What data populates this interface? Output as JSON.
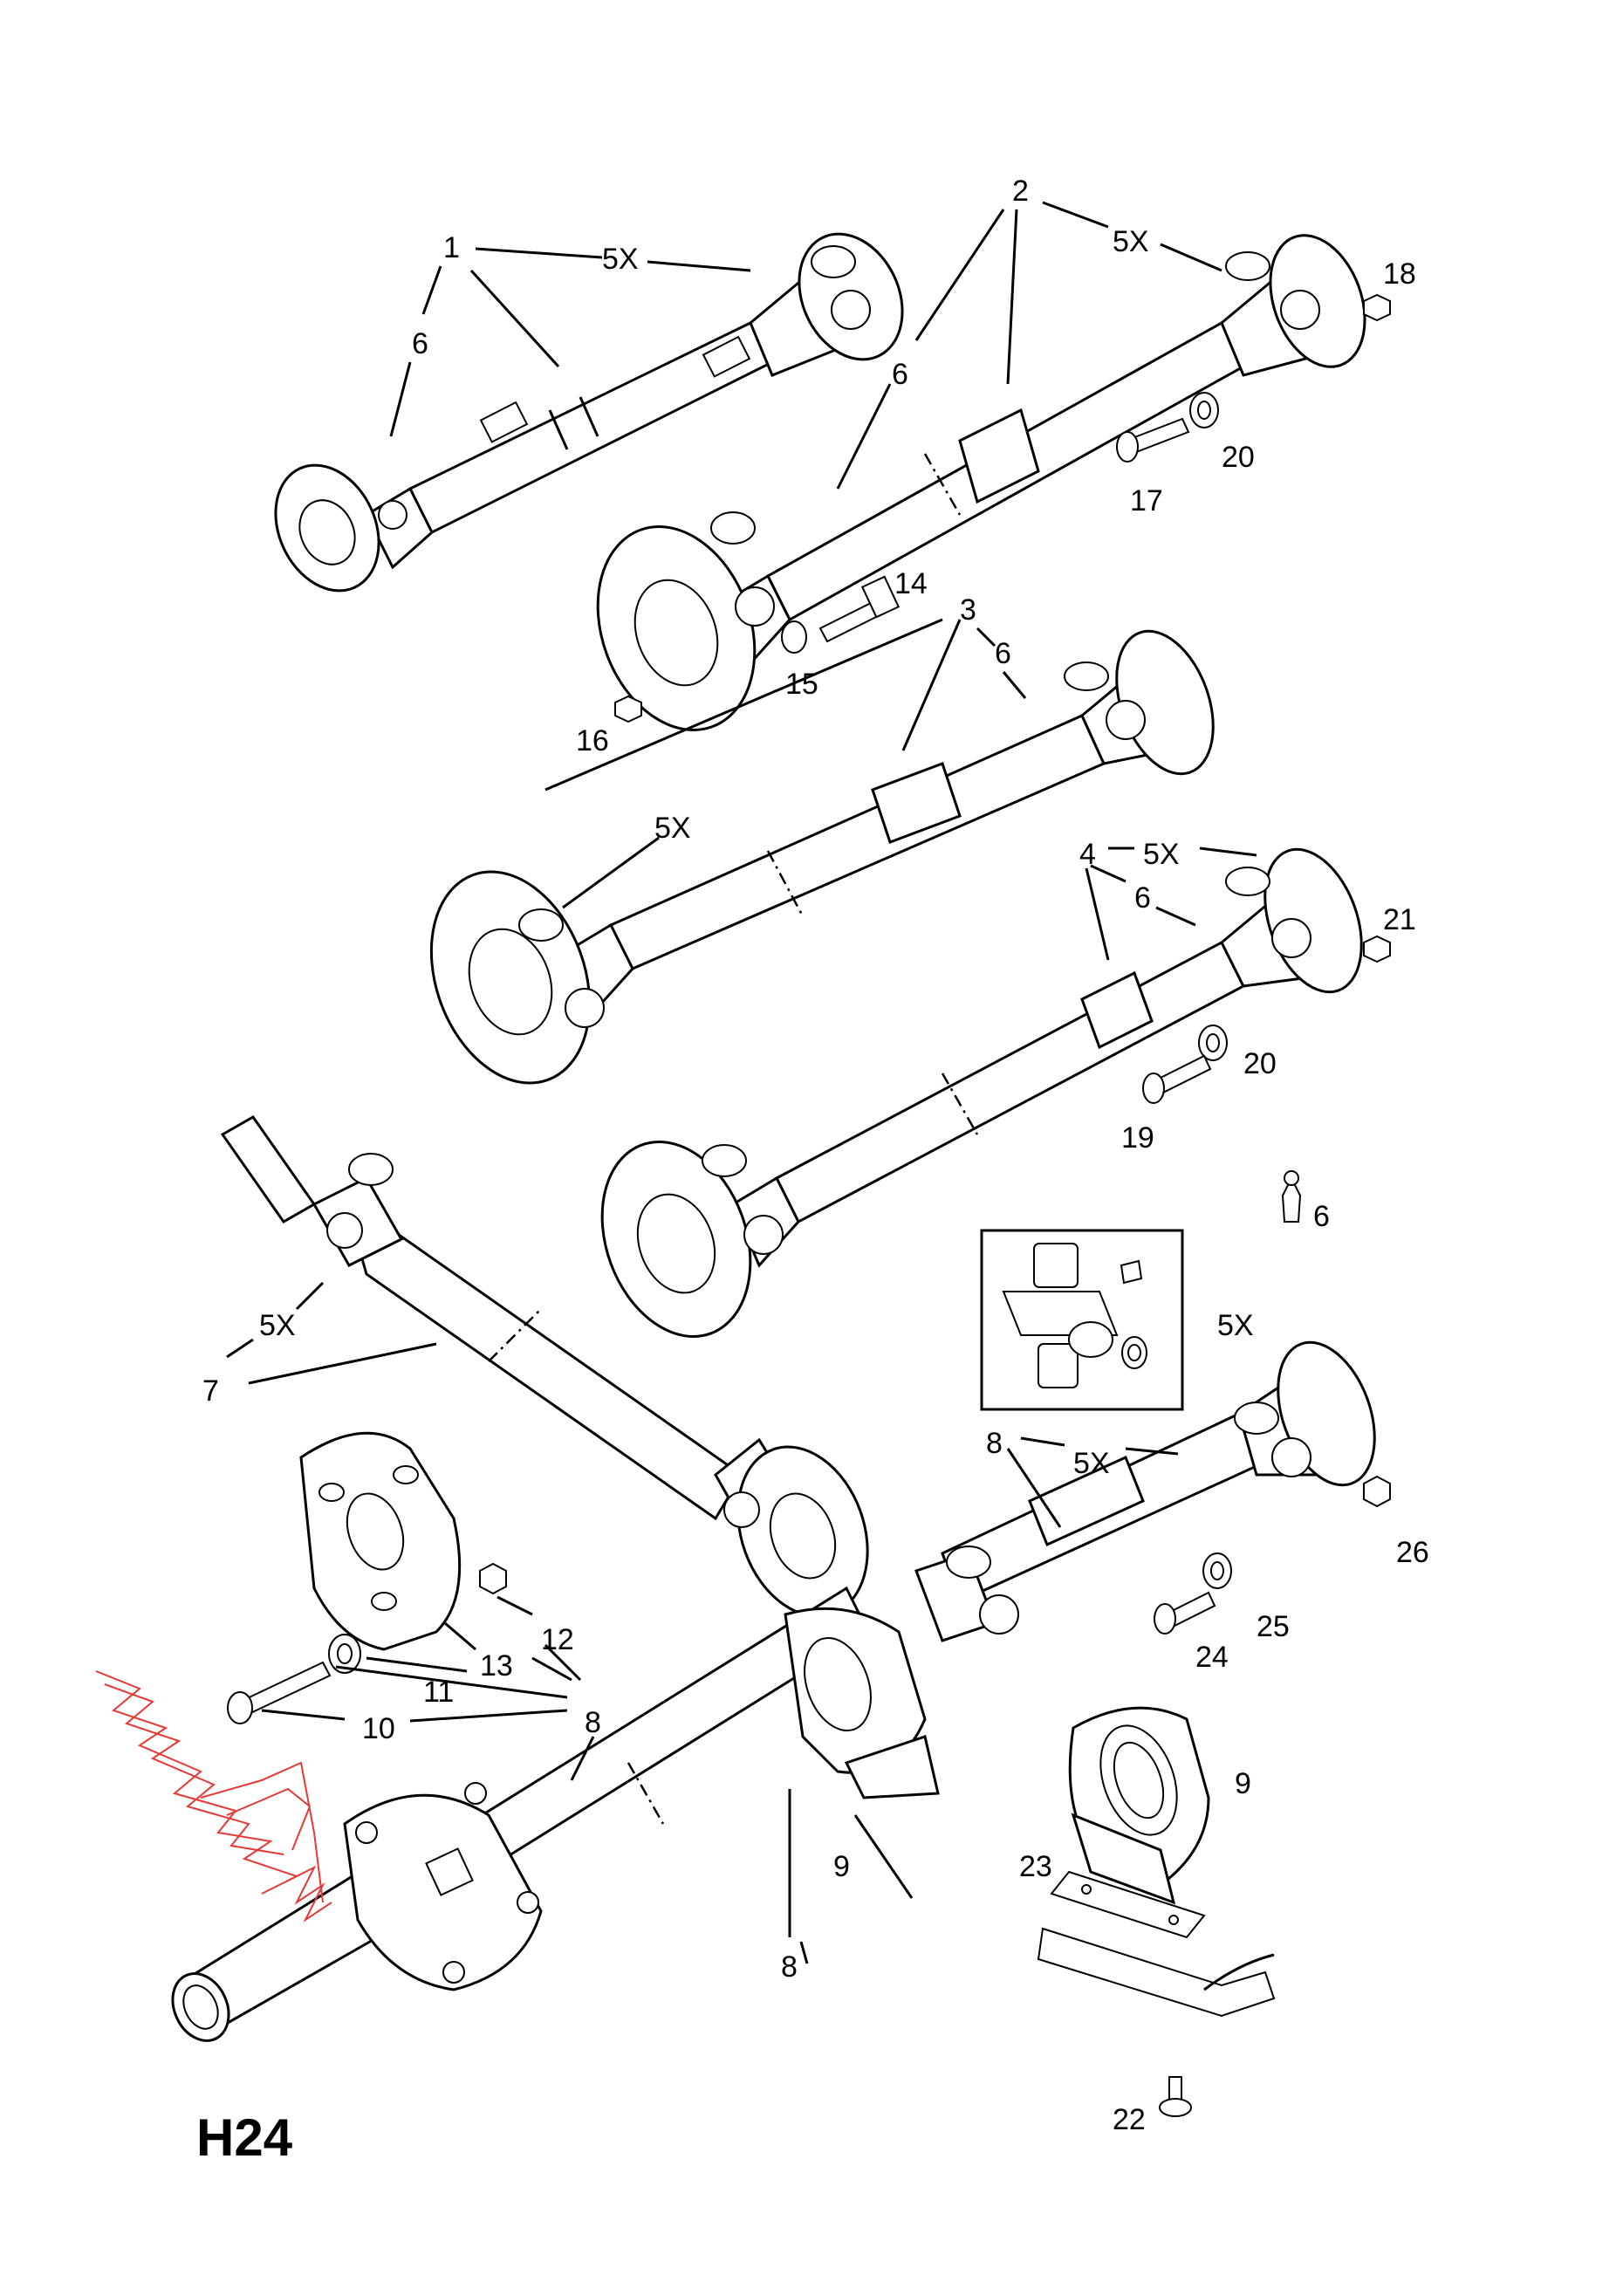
{
  "page": {
    "code": "H24"
  },
  "colors": {
    "line": "#000000",
    "background": "#ffffff",
    "mark": "#e53935"
  },
  "labels": {
    "l1": "1",
    "l1_5x": "5X",
    "l1_6": "6",
    "l2": "2",
    "l2_5x": "5X",
    "l2_6": "6",
    "l18": "18",
    "l20a": "20",
    "l17": "17",
    "l14": "14",
    "l15": "15",
    "l16": "16",
    "l3": "3",
    "l3_6": "6",
    "l3_5x": "5X",
    "l4": "4",
    "l4_5x": "5X",
    "l4_6": "6",
    "l21": "21",
    "l20b": "20",
    "l19": "19",
    "l6_nipple": "6",
    "l7_5x": "5X",
    "l7": "7",
    "l_kit_5x": "5X",
    "l8a": "8",
    "l8a_5x": "5X",
    "l26": "26",
    "l25": "25",
    "l24": "24",
    "l12": "12",
    "l13": "13",
    "l11": "11",
    "l10": "10",
    "l8b": "8",
    "l9a": "9",
    "l8c": "8",
    "l9b": "9",
    "l23": "23",
    "l22": "22"
  }
}
